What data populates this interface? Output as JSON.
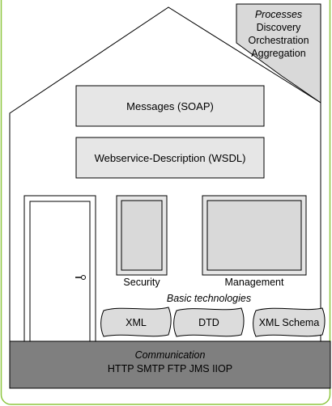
{
  "chimney": {
    "title": "Processes",
    "lines": [
      "Discovery",
      "Orchestration",
      "Aggregation"
    ]
  },
  "layers": {
    "messages": "Messages (SOAP)",
    "description": "Webservice-Description (WSDL)"
  },
  "windows": {
    "security": "Security",
    "management": "Management"
  },
  "foundation": {
    "heading": "Basic technologies",
    "stones": [
      "XML",
      "DTD",
      "XML Schema"
    ]
  },
  "ground": {
    "title": "Communication",
    "protocols": "HTTP SMTP FTP JMS IIOP"
  },
  "colors": {
    "frame_border": "#8dc63f",
    "box_fill": "#e6e6e6",
    "chimney_fill": "#d9d9d9",
    "ground_fill": "#7f7f7f",
    "stone_fill": "#dcdcdc",
    "line": "#000000"
  }
}
